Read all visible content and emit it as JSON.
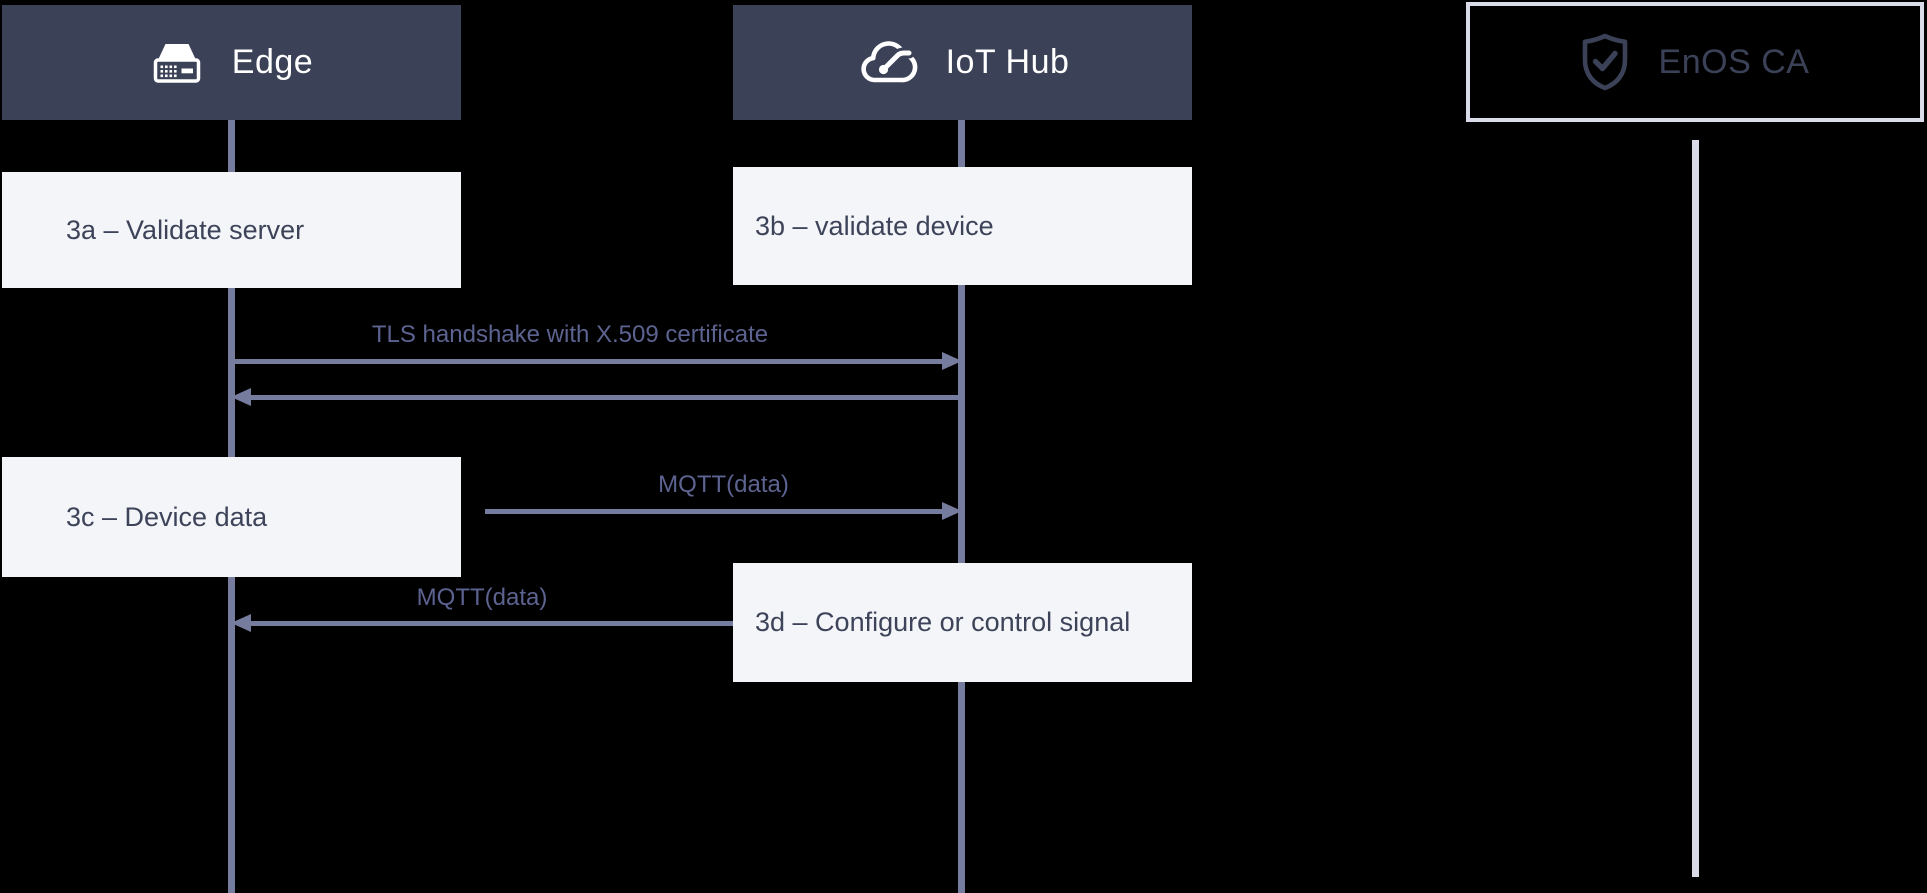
{
  "diagram": {
    "type": "sequence-diagram",
    "participants": [
      {
        "id": "edge",
        "label": "Edge",
        "icon": "edge-server-icon",
        "style": "solid-dark"
      },
      {
        "id": "iot-hub",
        "label": "IoT Hub",
        "icon": "iot-cloud-icon",
        "style": "solid-dark"
      },
      {
        "id": "enos-ca",
        "label": "EnOS CA",
        "icon": "shield-check-icon",
        "style": "outlined-light"
      }
    ],
    "steps": [
      {
        "id": "3a",
        "participant": "edge",
        "label": "3a – Validate server"
      },
      {
        "id": "3b",
        "participant": "iot-hub",
        "label": "3b – validate device"
      },
      {
        "id": "3c",
        "participant": "edge",
        "label": "3c – Device data"
      },
      {
        "id": "3d",
        "participant": "iot-hub",
        "label": "3d – Configure or control signal"
      }
    ],
    "messages": [
      {
        "from": "edge",
        "to": "iot-hub",
        "direction": "right",
        "label": "TLS handshake with X.509 certificate"
      },
      {
        "from": "iot-hub",
        "to": "edge",
        "direction": "left",
        "label": ""
      },
      {
        "from": "edge",
        "to": "iot-hub",
        "direction": "right",
        "label": "MQTT(data)"
      },
      {
        "from": "iot-hub",
        "to": "edge",
        "direction": "left",
        "label": "MQTT(data)"
      }
    ],
    "colors": {
      "background": "#000000",
      "participant_fill": "#3b4157",
      "participant_text": "#ffffff",
      "outlined_border": "#d9dbe8",
      "step_fill": "#f4f5f9",
      "step_text": "#3d4359",
      "arrow_line": "#767c9e",
      "message_label": "#5d6390",
      "enos_lifeline": "#d9dbe8"
    }
  }
}
